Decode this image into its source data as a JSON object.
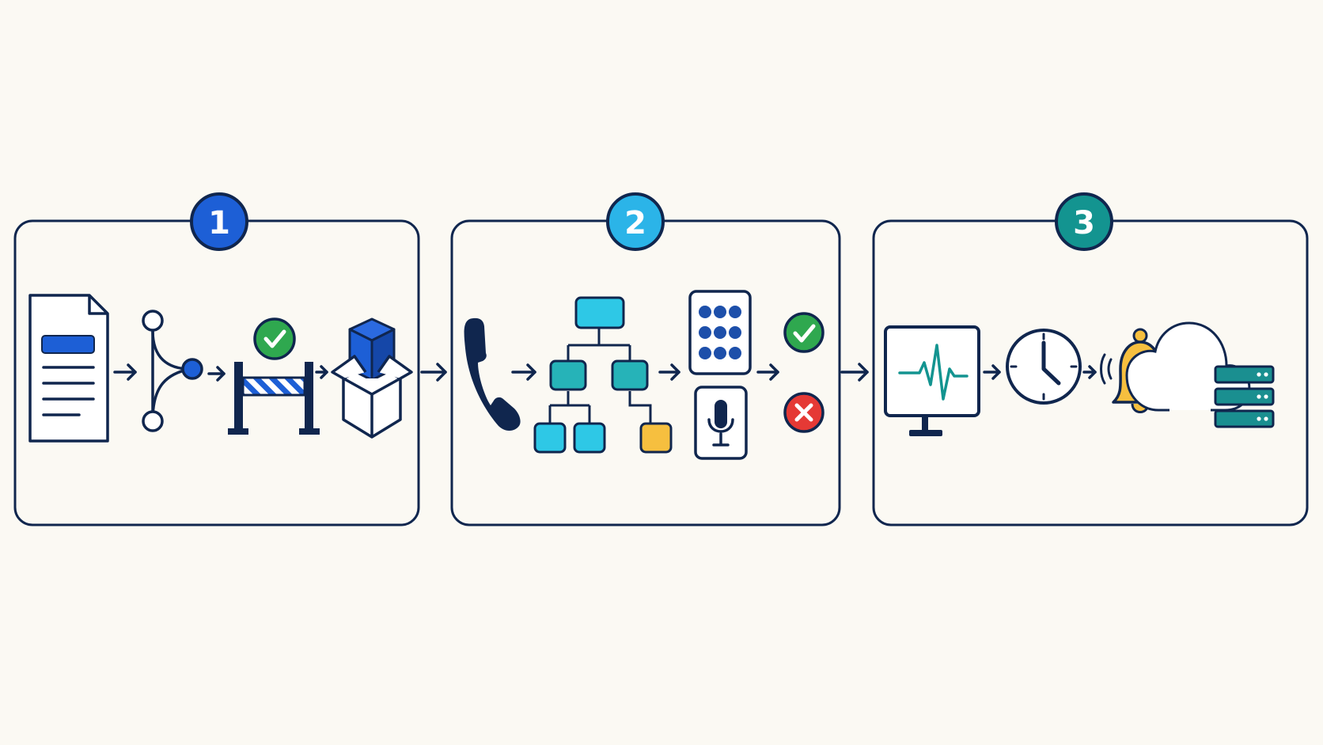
{
  "colors": {
    "background": "#fbf9f3",
    "navy": "#10264e",
    "blue": "#1d5fd6",
    "sky": "#2bb4e8",
    "teal": "#139490",
    "cyan": "#2ec8e6",
    "green": "#2fa84f",
    "red": "#e53935",
    "yellow": "#f6bf3f",
    "panel_fill": "#fbf9f3"
  },
  "stages": [
    {
      "number": "1",
      "badge_color": "#1d5fd6",
      "icons": [
        "document-icon",
        "branch-merge-icon",
        "barrier-check-icon",
        "package-box-icon"
      ]
    },
    {
      "number": "2",
      "badge_color": "#2bb4e8",
      "icons": [
        "phone-icon",
        "hierarchy-tree-icon",
        "keypad-icon",
        "microphone-icon",
        "success-check-icon",
        "failure-x-icon"
      ]
    },
    {
      "number": "3",
      "badge_color": "#139490",
      "icons": [
        "heartbeat-monitor-icon",
        "clock-icon",
        "ringing-bell-icon",
        "cloud-server-icon"
      ]
    }
  ]
}
